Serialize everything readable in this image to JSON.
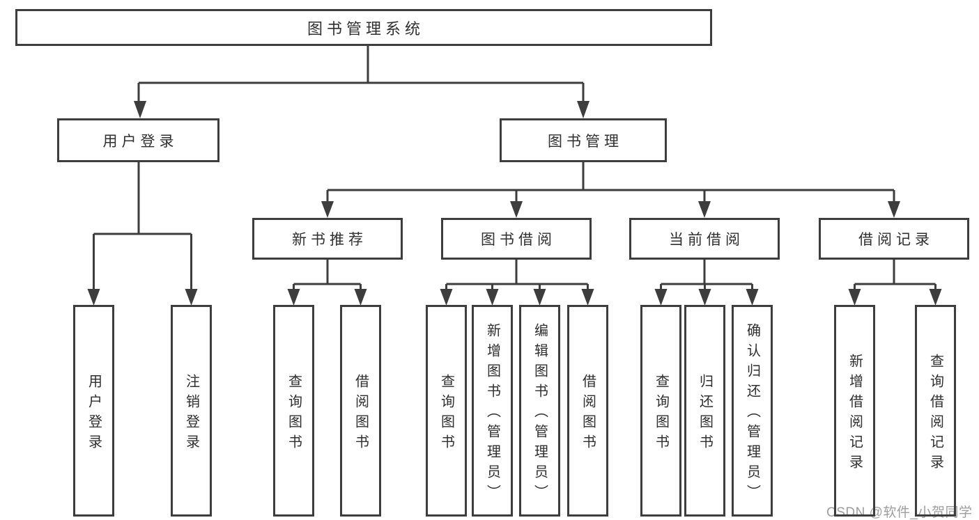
{
  "tree": {
    "label": "图书管理系统",
    "children": [
      {
        "label": "用户登录",
        "children": [
          {
            "label": "用户登录"
          },
          {
            "label": "注销登录"
          }
        ]
      },
      {
        "label": "图书管理",
        "children": [
          {
            "label": "新书推荐",
            "children": [
              {
                "label": "查询图书"
              },
              {
                "label": "借阅图书"
              }
            ]
          },
          {
            "label": "图书借阅",
            "children": [
              {
                "label": "查询图书"
              },
              {
                "label": "新增图书（管理员）"
              },
              {
                "label": "编辑图书（管理员）"
              },
              {
                "label": "借阅图书"
              }
            ]
          },
          {
            "label": "当前借阅",
            "children": [
              {
                "label": "查询图书"
              },
              {
                "label": "归还图书"
              },
              {
                "label": "确认归还（管理员）"
              }
            ]
          },
          {
            "label": "借阅记录",
            "children": [
              {
                "label": "新增借阅记录"
              },
              {
                "label": "查询借阅记录"
              }
            ]
          }
        ]
      }
    ]
  },
  "watermark": "CSDN @软件_小贺同学",
  "colors": {
    "line": "#3d3d3d",
    "text": "#2f2f2f",
    "watermark": "#9e9e9e",
    "background": "#ffffff"
  }
}
